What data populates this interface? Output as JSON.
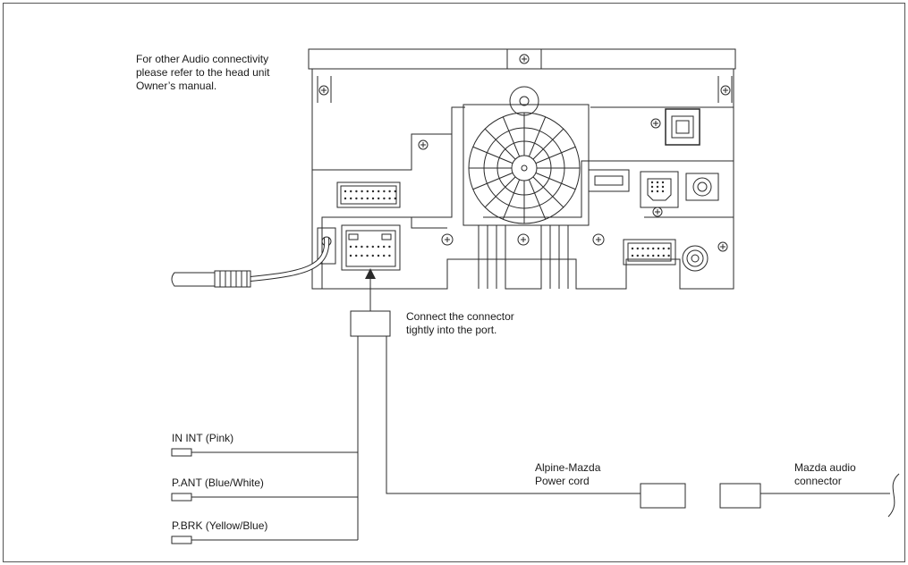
{
  "notes": {
    "audio_connectivity": [
      "For other Audio connectivity",
      "please refer to the head unit",
      "Owner’s manual."
    ],
    "connector": [
      "Connect the connector",
      "tightly into the port."
    ]
  },
  "leads": [
    {
      "label": "IN INT (Pink)"
    },
    {
      "label": "P.ANT (Blue/White)"
    },
    {
      "label": "P.BRK (Yellow/Blue)"
    }
  ],
  "cords": {
    "alpine_power": [
      "Alpine-Mazda",
      "Power cord"
    ],
    "mazda_audio": [
      "Mazda audio",
      "connector"
    ]
  },
  "colors": {
    "line": "#2a2a2a",
    "unit_fill": "#ffffff",
    "border": "#555555"
  }
}
